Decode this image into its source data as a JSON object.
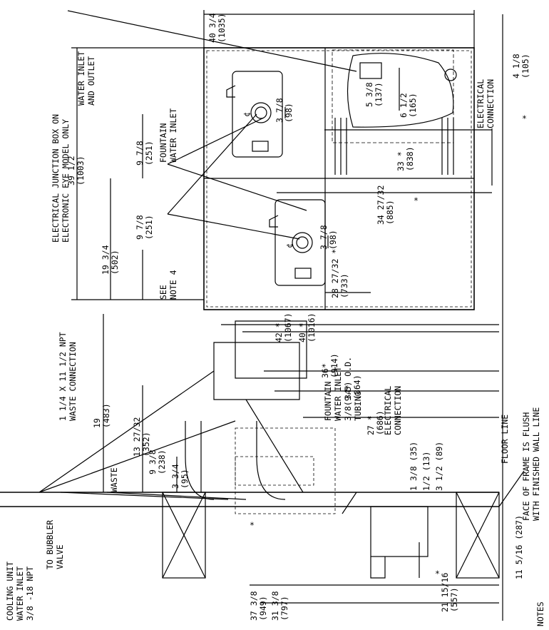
{
  "callouts": {
    "cooling_unit": [
      "COOLING UNIT",
      "WATER INLET",
      "3/8 -18 NPT"
    ],
    "to_bubbler": [
      "TO BUBBLER",
      "VALVE"
    ],
    "waste": "WASTE",
    "waste_connection": [
      "1 1/4 X 11 1/2 NPT",
      "WASTE CONNECTION"
    ],
    "fountain_inlet_side": [
      "FOUNTAIN",
      "WATER INLET",
      "3/8(9.5) O.D.",
      "TUBING"
    ],
    "electrical_side": [
      "ELECTRICAL",
      "CONNECTION"
    ],
    "floor_line": "FLOOR LINE",
    "frame_flush": [
      "FACE OF FRAME IS FLUSH",
      "WITH FINISHED WALL LINE"
    ],
    "notes": "NOTES",
    "junction_box": [
      "ELECTRICAL JUNCTION BOX ON",
      "ELECTRONIC EYE MODEL ONLY"
    ],
    "water_inlet_outlet": [
      "WATER INLET",
      "AND OUTLET"
    ],
    "fountain_inlet_top": [
      "FOUNTAIN",
      "WATER INLET"
    ],
    "see_note": [
      "SEE",
      "NOTE 4"
    ],
    "electrical_top": [
      "ELECTRICAL",
      "CONNECTION"
    ],
    "centerline": "¢"
  },
  "dimensions": {
    "d1": [
      "40 3/4",
      "(1035)"
    ],
    "d2": [
      "4 1/8",
      "(105)"
    ],
    "d3": [
      "39 1/2",
      "(1003)"
    ],
    "d4": [
      "19 3/4",
      "(502)"
    ],
    "d5": [
      "9 7/8",
      "(251)"
    ],
    "d6": [
      "9 7/8",
      "(251)"
    ],
    "d7": [
      "3 7/8",
      "(98)"
    ],
    "d8": [
      "3 7/8",
      "(98)"
    ],
    "d9": [
      "5 3/8",
      "(137)"
    ],
    "d10": [
      "6 1/2",
      "(165)"
    ],
    "d11": [
      "33 *",
      "(838)"
    ],
    "d12": [
      "34 27/32",
      "(885)"
    ],
    "d13": [
      "28 27/32 *",
      "(733)"
    ],
    "d14": [
      "42 *",
      "(1067)"
    ],
    "d15": [
      "40 *",
      "(1016)"
    ],
    "d16": [
      "36*",
      "(914)"
    ],
    "d17": [
      "34*",
      "(864)"
    ],
    "d18": [
      "27 *",
      "(686)"
    ],
    "d19": [
      "19",
      "(483)"
    ],
    "d20": [
      "13 27/32",
      "(352)"
    ],
    "d21": [
      "3 3/4",
      "(95)"
    ],
    "d22": [
      "9 3/8",
      "(238)"
    ],
    "d23": "1 3/8 (35)",
    "d24": "1/2 (13)",
    "d25": "3 1/2 (89)",
    "d26": "11 5/16 (287)",
    "d27": [
      "21 15/16",
      "(557)"
    ],
    "d28": [
      "31 3/8",
      "(797)"
    ],
    "d29": [
      "37 3/8",
      "(949)"
    ]
  },
  "markers": {
    "asterisk": "*"
  }
}
